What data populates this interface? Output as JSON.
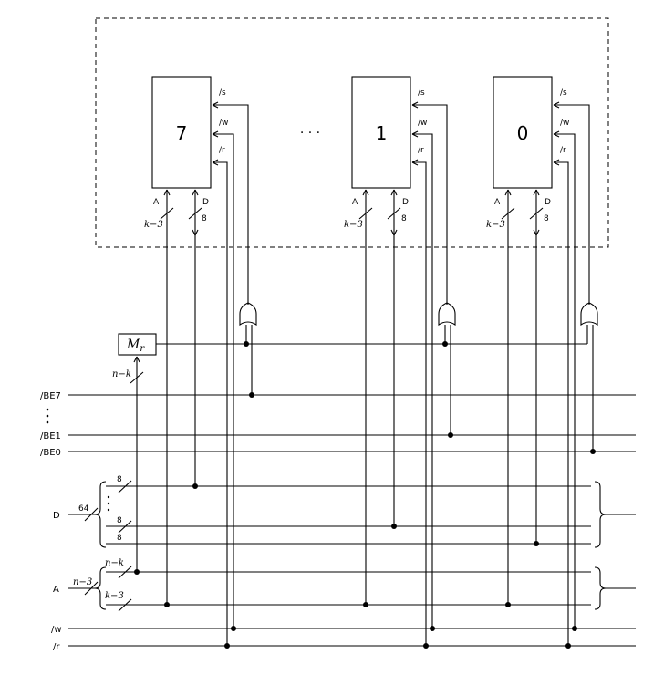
{
  "chips": [
    {
      "label": "7",
      "port_s": "/s",
      "port_w": "/w",
      "port_r": "/r",
      "port_a": "A",
      "port_d": "D",
      "width_a": "k−3",
      "width_d": "8"
    },
    {
      "label": "1",
      "port_s": "/s",
      "port_w": "/w",
      "port_r": "/r",
      "port_a": "A",
      "port_d": "D",
      "width_a": "k−3",
      "width_d": "8"
    },
    {
      "label": "0",
      "port_s": "/s",
      "port_w": "/w",
      "port_r": "/r",
      "port_a": "A",
      "port_d": "D",
      "width_a": "k−3",
      "width_d": "8"
    }
  ],
  "ellipsis": "· · ·",
  "decoder": {
    "label": "M",
    "subscript": "r",
    "input_width": "n−k"
  },
  "signals": {
    "be7": "/BE7",
    "be1": "/BE1",
    "be0": "/BE0",
    "d": "D",
    "a": "A",
    "w": "/w",
    "r": "/r"
  },
  "bus_d": {
    "width": "64",
    "sub_widths": [
      "8",
      "8",
      "8"
    ]
  },
  "bus_a": {
    "width": "n−3",
    "sub_widths": [
      "n−k",
      "k−3"
    ]
  },
  "gate_type": "or-gate"
}
